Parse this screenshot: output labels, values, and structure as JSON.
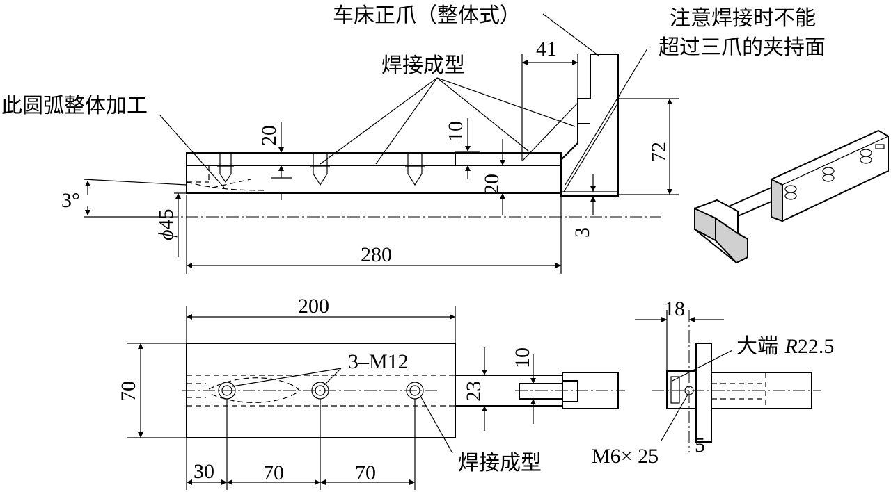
{
  "labels": {
    "chuck_jaw": "车床正爪（整体式）",
    "weld_note_line1": "注意焊接时不能",
    "weld_note_line2": "超过三爪的夹持面",
    "weld_form_top": "焊接成型",
    "arc_note": "此圆弧整体加工",
    "weld_form_bottom": "焊接成型",
    "bolt_holes": "3–M12",
    "big_end_prefix": "大端 ",
    "big_end_r": "R",
    "big_end_value": "22.5",
    "screw": "M6× 25"
  },
  "dimensions": {
    "d41": "41",
    "d20_top": "20",
    "d10_top": "10",
    "d20_right": "20",
    "d72": "72",
    "d3_angle": "3°",
    "d45_phi": "ϕ",
    "d45": "45",
    "d3_bottom": "3",
    "d280": "280",
    "d200": "200",
    "d70_height": "70",
    "d23": "23",
    "d10_bottom": "10",
    "d18": "18",
    "d5": "5",
    "d30": "30",
    "d70_a": "70",
    "d70_b": "70"
  }
}
